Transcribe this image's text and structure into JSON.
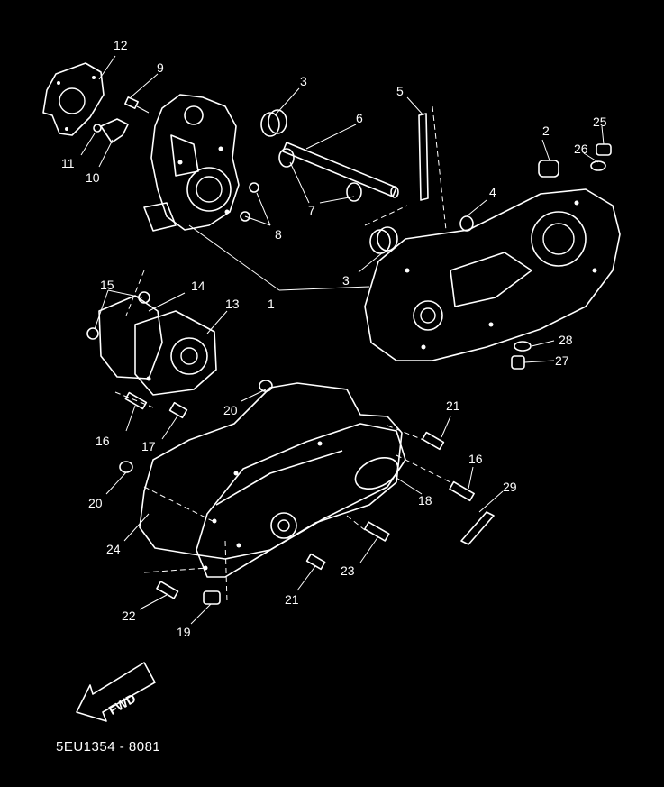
{
  "callouts": [
    {
      "id": "1",
      "label": "1"
    },
    {
      "id": "2",
      "label": "2"
    },
    {
      "id": "3a",
      "label": "3"
    },
    {
      "id": "3b",
      "label": "3"
    },
    {
      "id": "4",
      "label": "4"
    },
    {
      "id": "5",
      "label": "5"
    },
    {
      "id": "6",
      "label": "6"
    },
    {
      "id": "7",
      "label": "7"
    },
    {
      "id": "8",
      "label": "8"
    },
    {
      "id": "9",
      "label": "9"
    },
    {
      "id": "10",
      "label": "10"
    },
    {
      "id": "11",
      "label": "11"
    },
    {
      "id": "12",
      "label": "12"
    },
    {
      "id": "13",
      "label": "13"
    },
    {
      "id": "14",
      "label": "14"
    },
    {
      "id": "15",
      "label": "15"
    },
    {
      "id": "16a",
      "label": "16"
    },
    {
      "id": "16b",
      "label": "16"
    },
    {
      "id": "17",
      "label": "17"
    },
    {
      "id": "18",
      "label": "18"
    },
    {
      "id": "19",
      "label": "19"
    },
    {
      "id": "20a",
      "label": "20"
    },
    {
      "id": "20b",
      "label": "20"
    },
    {
      "id": "21a",
      "label": "21"
    },
    {
      "id": "21b",
      "label": "21"
    },
    {
      "id": "22",
      "label": "22"
    },
    {
      "id": "23",
      "label": "23"
    },
    {
      "id": "24",
      "label": "24"
    },
    {
      "id": "25",
      "label": "25"
    },
    {
      "id": "26",
      "label": "26"
    },
    {
      "id": "27",
      "label": "27"
    },
    {
      "id": "28",
      "label": "28"
    },
    {
      "id": "29",
      "label": "29"
    }
  ],
  "fwd_label": "FWD",
  "diagram_code": "5EU1354 - 8081",
  "colors": {
    "background": "#000000",
    "line": "#ffffff"
  }
}
